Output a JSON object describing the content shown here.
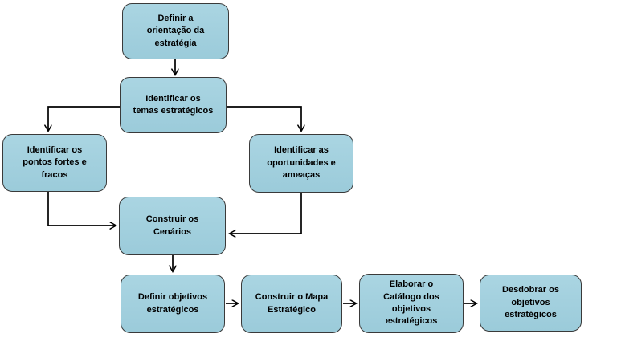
{
  "diagram": {
    "title": "Strategy definition flowchart",
    "language": "pt",
    "colors": {
      "node_fill": "#9bcbda",
      "node_fill_top": "#aad5e2",
      "node_border": "#3a3a3a",
      "node_text": "#000000",
      "arrow": "#000000",
      "background": "#ffffff"
    },
    "nodes": {
      "definir_orientacao": {
        "label": "Definir a\norientação da\nestratégia"
      },
      "identificar_temas": {
        "label": "Identificar os\ntemas estratégicos"
      },
      "pontos_fortes": {
        "label": "Identificar os\npontos fortes e\nfracos"
      },
      "oportunidades": {
        "label": "Identificar as\noportunidades e\nameaças"
      },
      "cenarios": {
        "label": "Construir os\nCenários"
      },
      "definir_objetivos": {
        "label": "Definir objetivos\nestratégicos"
      },
      "mapa_estrategico": {
        "label": "Construir o Mapa\nEstratégico"
      },
      "catalogo": {
        "label": "Elaborar o\nCatálogo dos\nobjetivos\nestratégicos"
      },
      "desdobrar": {
        "label": "Desdobrar os\nobjetivos\nestratégicos"
      }
    },
    "edges": [
      {
        "from": "definir_orientacao",
        "to": "identificar_temas"
      },
      {
        "from": "identificar_temas",
        "to": "pontos_fortes"
      },
      {
        "from": "identificar_temas",
        "to": "oportunidades"
      },
      {
        "from": "pontos_fortes",
        "to": "cenarios"
      },
      {
        "from": "oportunidades",
        "to": "cenarios"
      },
      {
        "from": "cenarios",
        "to": "definir_objetivos"
      },
      {
        "from": "definir_objetivos",
        "to": "mapa_estrategico"
      },
      {
        "from": "mapa_estrategico",
        "to": "catalogo"
      },
      {
        "from": "catalogo",
        "to": "desdobrar"
      }
    ]
  }
}
